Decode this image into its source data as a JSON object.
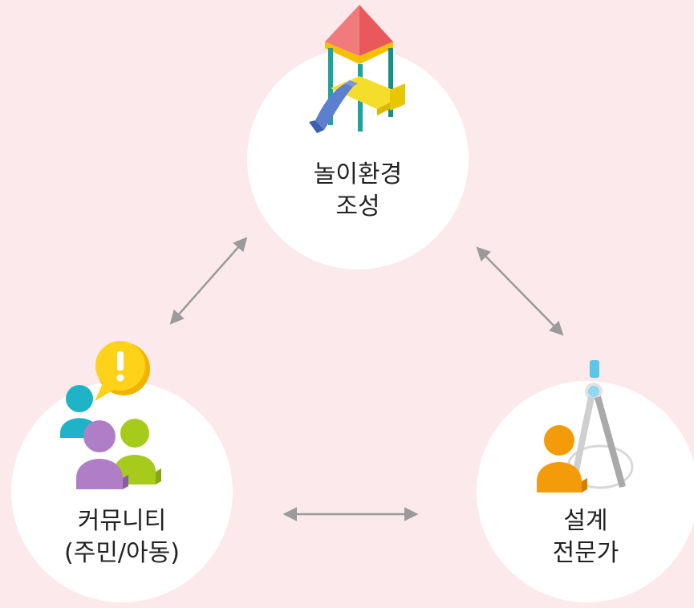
{
  "nodes": {
    "playground": {
      "line1": "놀이환경",
      "line2": "조성",
      "icon": "playground-slide-icon"
    },
    "community": {
      "line1": "커뮤니티",
      "line2": "(주민/아동)",
      "icon": "community-people-icon"
    },
    "expert": {
      "line1": "설계",
      "line2": "전문가",
      "icon": "designer-compass-icon"
    }
  },
  "colors": {
    "background": "#fbe9ec",
    "circle": "#ffffff",
    "arrow": "#9a9a9a",
    "text": "#222222"
  }
}
